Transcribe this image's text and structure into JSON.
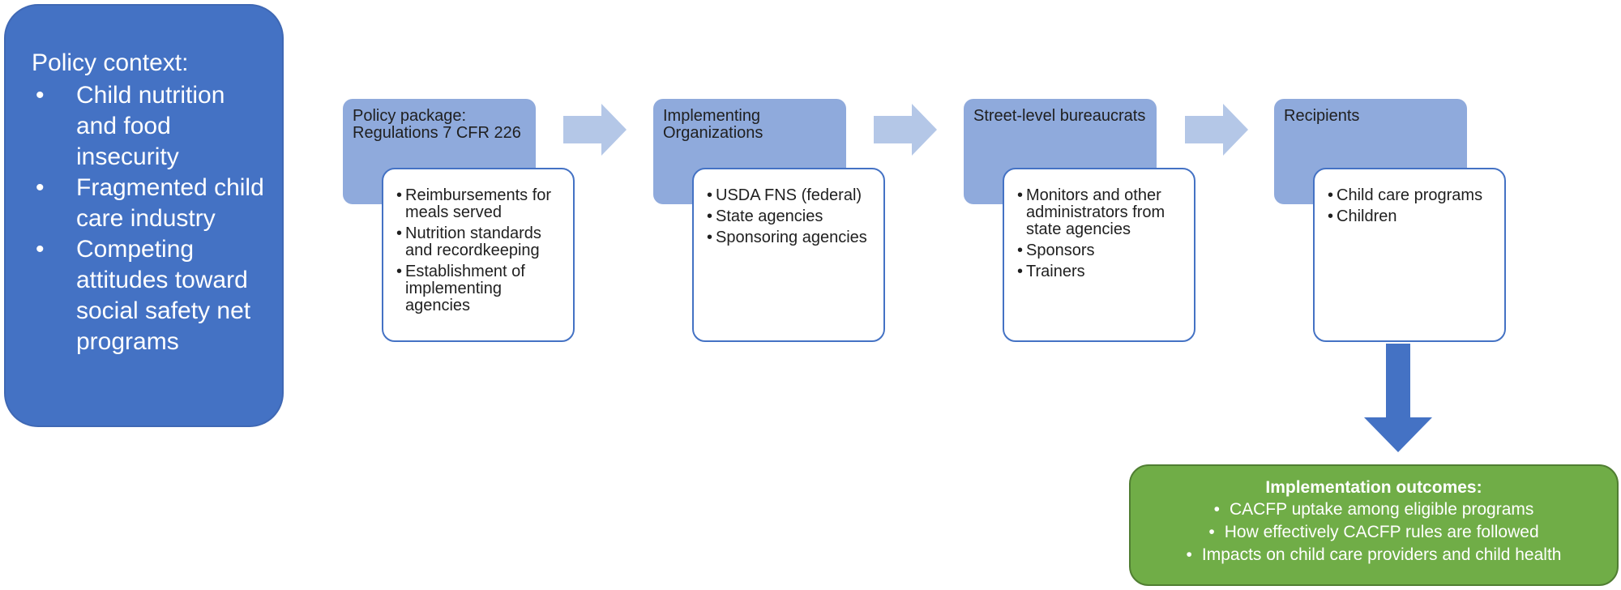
{
  "policy_context": {
    "title": "Policy context:",
    "items": [
      "Child nutrition and food insecurity",
      "Fragmented child care industry",
      "Competing attitudes toward social safety net programs"
    ]
  },
  "stages": [
    {
      "header": "Policy package: Regulations 7 CFR 226",
      "items": [
        "Reimbursements for meals served",
        "Nutrition standards and recordkeeping",
        "Establishment of implementing agencies"
      ]
    },
    {
      "header": "Implementing Organizations",
      "items": [
        "USDA FNS (federal)",
        "State agencies",
        "Sponsoring agencies"
      ]
    },
    {
      "header": "Street-level bureaucrats",
      "items": [
        "Monitors and other administrators from state agencies",
        "Sponsors",
        "Trainers"
      ]
    },
    {
      "header": "Recipients",
      "items": [
        "Child care programs",
        "Children"
      ]
    }
  ],
  "outcomes": {
    "title": "Implementation outcomes:",
    "items": [
      "CACFP uptake among eligible programs",
      "How effectively CACFP rules are followed",
      "Impacts on child care providers and child health"
    ]
  },
  "bullet_glyph": "•",
  "colors": {
    "context_fill": "#4472c4",
    "stage_header_fill": "#8faadc",
    "stage_border": "#4472c4",
    "arrow_fill": "#b4c7e7",
    "down_arrow_fill": "#4472c4",
    "outcomes_fill": "#70ad47"
  }
}
